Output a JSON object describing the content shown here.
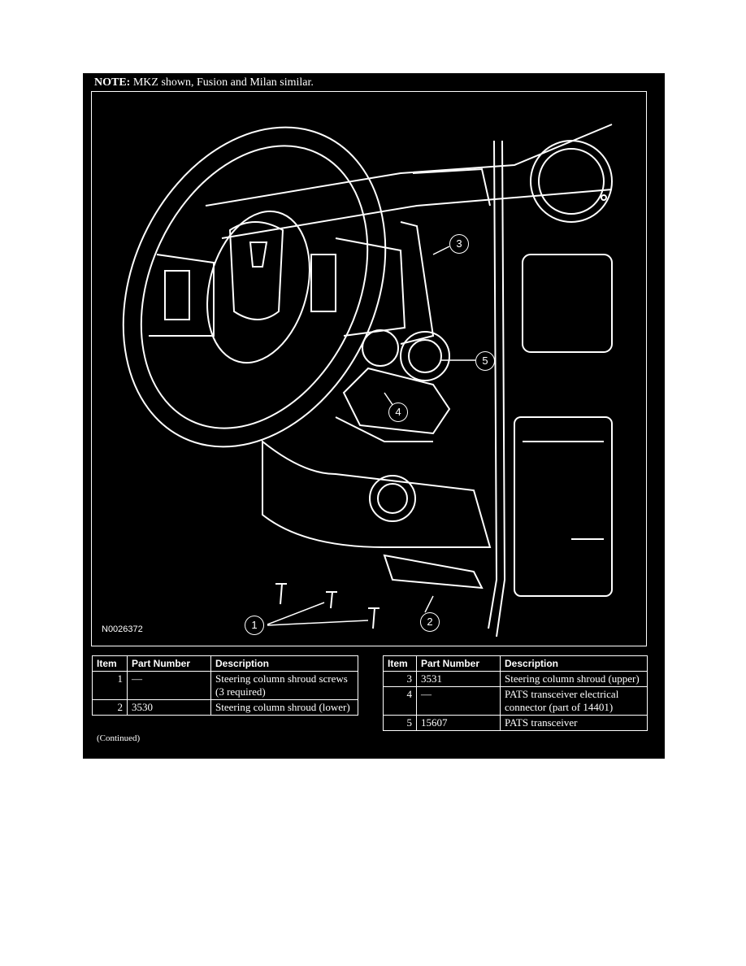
{
  "note": {
    "label": "NOTE:",
    "text": "MKZ shown, Fusion and Milan similar."
  },
  "figure": {
    "id": "N0026372",
    "callouts": [
      "1",
      "2",
      "3",
      "4",
      "5"
    ]
  },
  "table_headers": {
    "item": "Item",
    "part_number": "Part Number",
    "description": "Description"
  },
  "table_left": [
    {
      "item": "1",
      "part_number": "—",
      "description": "Steering column shroud screws (3 required)"
    },
    {
      "item": "2",
      "part_number": "3530",
      "description": "Steering column shroud (lower)"
    }
  ],
  "table_right": [
    {
      "item": "3",
      "part_number": "3531",
      "description": "Steering column shroud (upper)"
    },
    {
      "item": "4",
      "part_number": "—",
      "description": "PATS transceiver electrical connector (part of 14401)"
    },
    {
      "item": "5",
      "part_number": "15607",
      "description": "PATS transceiver"
    }
  ],
  "continued": "(Continued)"
}
